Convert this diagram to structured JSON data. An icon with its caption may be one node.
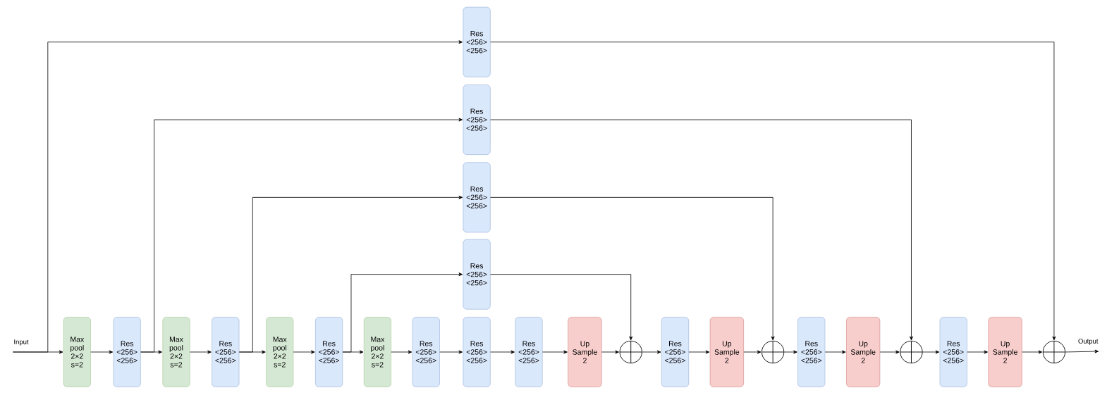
{
  "diagram": {
    "nodes": [
      {
        "text": [
          "Res <256> <256>"
        ]
      },
      {
        "text": [
          "Res <256> <256>"
        ]
      },
      {
        "text": [
          "Res <256> <256>"
        ]
      },
      {
        "text": [
          "Res <256> <256>"
        ]
      },
      {
        "text": [
          "Max pool 2×2 s=2"
        ]
      },
      {
        "text": [
          "Res <256> <256>"
        ]
      },
      {
        "text": [
          "Max pool 2×2 s=2"
        ]
      },
      {
        "text": [
          "Res <256> <256>"
        ]
      },
      {
        "text": [
          "Max pool 2×2 s=2"
        ]
      },
      {
        "text": [
          "Res <256> <256>"
        ]
      },
      {
        "text": [
          "Max pool 2×2 s=2"
        ]
      },
      {
        "text": [
          "Res <256> <256>"
        ]
      },
      {
        "text": [
          "Res <256> <256>"
        ]
      },
      {
        "text": [
          "Res <256> <256>"
        ]
      },
      {
        "text": [
          "Up Sample 2"
        ]
      },
      {
        "text": [],
        "shape": "circle"
      },
      {
        "text": [
          "Res <256> <256>"
        ]
      },
      {
        "text": [
          "Up Sample 2"
        ]
      },
      {
        "text": [],
        "shape": "circle"
      },
      {
        "text": [
          "Res <256> <256>"
        ]
      },
      {
        "text": [
          "Up Sample 2"
        ]
      },
      {
        "text": [],
        "shape": "circle"
      },
      {
        "text": [
          "Res <256> <256>"
        ]
      },
      {
        "text": [
          "Up Sample 2"
        ]
      },
      {
        "text": [],
        "shape": "circle"
      },
      {
        "text": [
          "Input"
        ]
      },
      {
        "text": [
          "Output"
        ]
      }
    ],
    "edges": [
      {
        "from": 25,
        "to": 4,
        "arrow": "to"
      },
      {
        "from": 25,
        "to": 0,
        "arrow": "to"
      },
      {
        "from": 4,
        "to": 5,
        "arrow": "to"
      },
      {
        "from": 5,
        "to": 6,
        "arrow": "to"
      },
      {
        "from": 5,
        "to": 1,
        "arrow": "to"
      },
      {
        "from": 6,
        "to": 7,
        "arrow": "to"
      },
      {
        "from": 7,
        "to": 8,
        "arrow": "to"
      },
      {
        "from": 7,
        "to": 2,
        "arrow": "to"
      },
      {
        "from": 8,
        "to": 9,
        "arrow": "to"
      },
      {
        "from": 9,
        "to": 10,
        "arrow": "to"
      },
      {
        "from": 9,
        "to": 3,
        "arrow": "to"
      },
      {
        "from": 10,
        "to": 11,
        "arrow": "to"
      },
      {
        "from": 11,
        "to": 12,
        "arrow": "to"
      },
      {
        "from": 12,
        "to": 13,
        "arrow": "to"
      },
      {
        "from": 13,
        "to": 14,
        "arrow": "to"
      },
      {
        "from": 14,
        "to": 15,
        "arrow": "to"
      },
      {
        "from": 3,
        "to": 15,
        "arrow": "to"
      },
      {
        "from": 15,
        "to": 16,
        "arrow": "to"
      },
      {
        "from": 16,
        "to": 17,
        "arrow": "to"
      },
      {
        "from": 17,
        "to": 18,
        "arrow": "to"
      },
      {
        "from": 2,
        "to": 18,
        "arrow": "to"
      },
      {
        "from": 18,
        "to": 19,
        "arrow": "to"
      },
      {
        "from": 19,
        "to": 20,
        "arrow": "to"
      },
      {
        "from": 20,
        "to": 21,
        "arrow": "to"
      },
      {
        "from": 1,
        "to": 21,
        "arrow": "to"
      },
      {
        "from": 21,
        "to": 22,
        "arrow": "to"
      },
      {
        "from": 22,
        "to": 23,
        "arrow": "to"
      },
      {
        "from": 23,
        "to": 24,
        "arrow": "to"
      },
      {
        "from": 0,
        "to": 24,
        "arrow": "to"
      },
      {
        "from": 24,
        "to": 26,
        "arrow": "to"
      }
    ]
  }
}
